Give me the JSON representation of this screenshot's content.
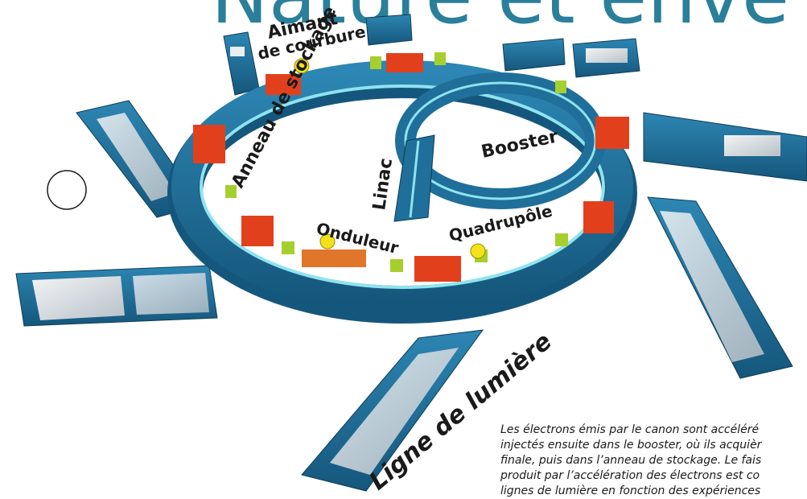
{
  "title_fragment": "Nature et enve g",
  "labels": {
    "aimant": "Aimant",
    "courbure": "de courbure",
    "anneau_stockage": "Anneau de stockage",
    "booster": "Booster",
    "linac": "Linac",
    "onduleur": "Onduleur",
    "quadrupole": "Quadrupôle",
    "ligne_lumiere": "Ligne de lumière"
  },
  "caption": {
    "line1": "Les électrons émis par le canon sont accéléré",
    "line2": "injectés ensuite dans le booster, où ils acquièr",
    "line3": "finale, puis dans l’anneau de stockage. Le fais",
    "line4": "produit par l’accélération des électrons est co",
    "line5": "lignes de lumière en fonction des expériences"
  },
  "colors": {
    "ring_blue": "#1f6f9a",
    "ring_dark": "#154f70",
    "beam_cyan": "#8fe3f0",
    "magnet_red": "#e2401c",
    "magnet_green": "#a6cf2e",
    "marker_yellow": "#f2e21a",
    "title_teal": "#2a7f9a"
  }
}
